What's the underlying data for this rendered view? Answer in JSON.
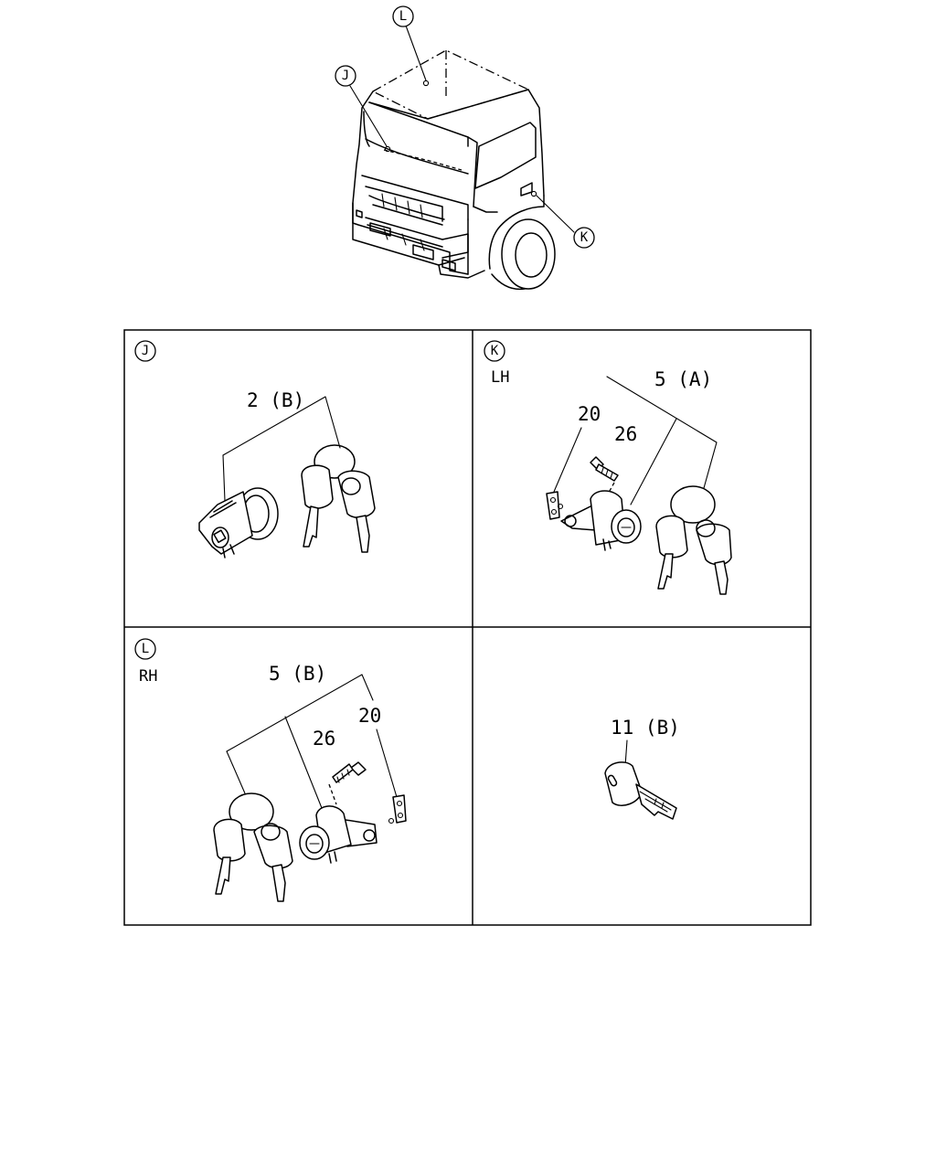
{
  "overview": {
    "callouts": [
      "L",
      "J",
      "K"
    ]
  },
  "panels": [
    {
      "id": "J",
      "marker": "J",
      "side_label": "",
      "labels": [
        "2 (B)"
      ]
    },
    {
      "id": "K",
      "marker": "K",
      "side_label": "LH",
      "labels": [
        "5 (A)",
        "20",
        "26"
      ]
    },
    {
      "id": "L",
      "marker": "L",
      "side_label": "RH",
      "labels": [
        "5 (B)",
        "26",
        "20"
      ]
    },
    {
      "id": "key",
      "marker": "",
      "side_label": "",
      "labels": [
        "11 (B)"
      ]
    }
  ]
}
